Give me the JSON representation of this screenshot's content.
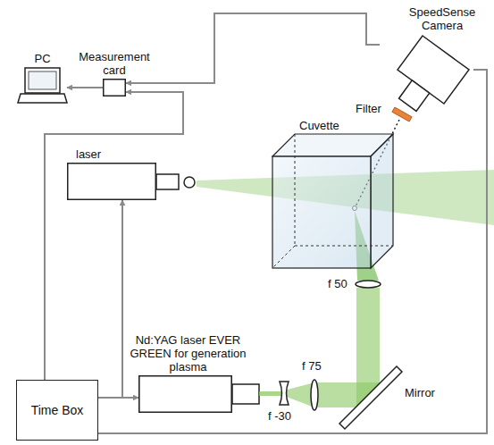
{
  "diagram": {
    "nodes": [
      {
        "text": [
          "PC"
        ]
      },
      {
        "text": [
          "Measurement card"
        ]
      },
      {
        "text": [
          "SpeedSense Camera"
        ]
      },
      {
        "text": [
          "Cuvette"
        ]
      },
      {
        "text": [
          "laser"
        ]
      },
      {
        "text": [
          "Nd:YAG laser EVER GREEN for generation plasma"
        ]
      },
      {
        "text": [
          "Time Box"
        ]
      }
    ],
    "edges": [
      {
        "from": 6,
        "to": 4,
        "arrow": "to"
      },
      {
        "from": 6,
        "to": 5,
        "arrow": "to"
      },
      {
        "from": 6,
        "to": 1,
        "arrow": "to"
      },
      {
        "from": 2,
        "to": 1,
        "arrow": "to"
      },
      {
        "from": 1,
        "to": 0,
        "arrow": "to"
      },
      {
        "from": 6,
        "to": 2,
        "arrow": "none"
      }
    ],
    "labels": [
      "Filter",
      "f 50",
      "f 75",
      "f -30",
      "Mirror"
    ]
  }
}
